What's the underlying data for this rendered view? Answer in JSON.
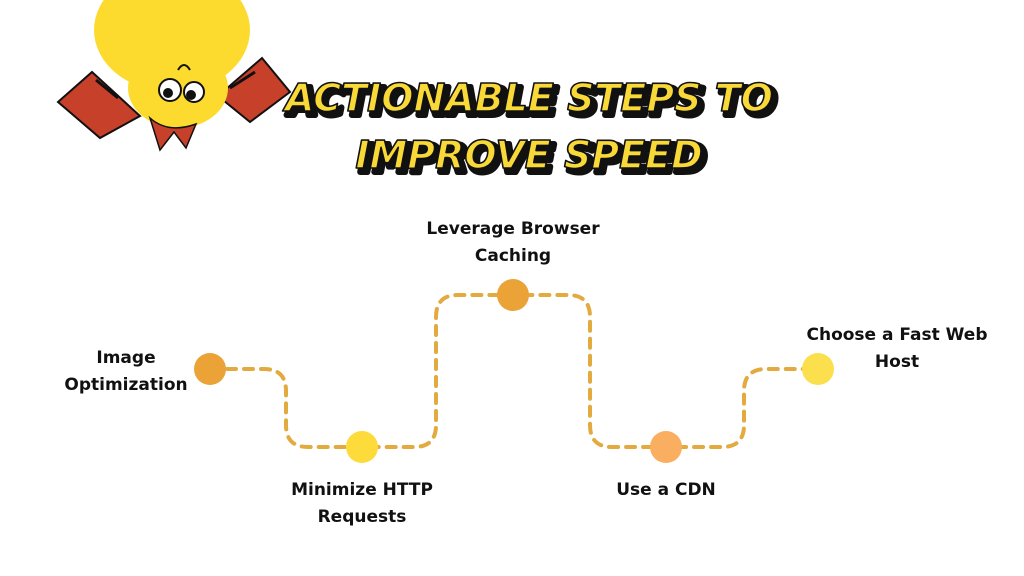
{
  "title": {
    "line1": "ACTIONABLE STEPS TO",
    "line2": "IMPROVE SPEED"
  },
  "colors": {
    "title_fill": "#F9D937",
    "title_shadow": "#111111",
    "path_dash": "#E3AA3F",
    "mascot_body": "#FDDB2E",
    "mascot_flag": "#C7402A"
  },
  "steps": [
    {
      "line1": "Image",
      "line2": "Optimization",
      "color": "#EBA236"
    },
    {
      "line1": "Minimize HTTP",
      "line2": "Requests",
      "color": "#FCDB3A"
    },
    {
      "line1": "Leverage Browser",
      "line2": "Caching",
      "color": "#EBA236"
    },
    {
      "line1": "Use a CDN",
      "line2": "",
      "color": "#FAAE60"
    },
    {
      "line1": "Choose a Fast Web",
      "line2": "Host",
      "color": "#FCDF4C"
    }
  ]
}
